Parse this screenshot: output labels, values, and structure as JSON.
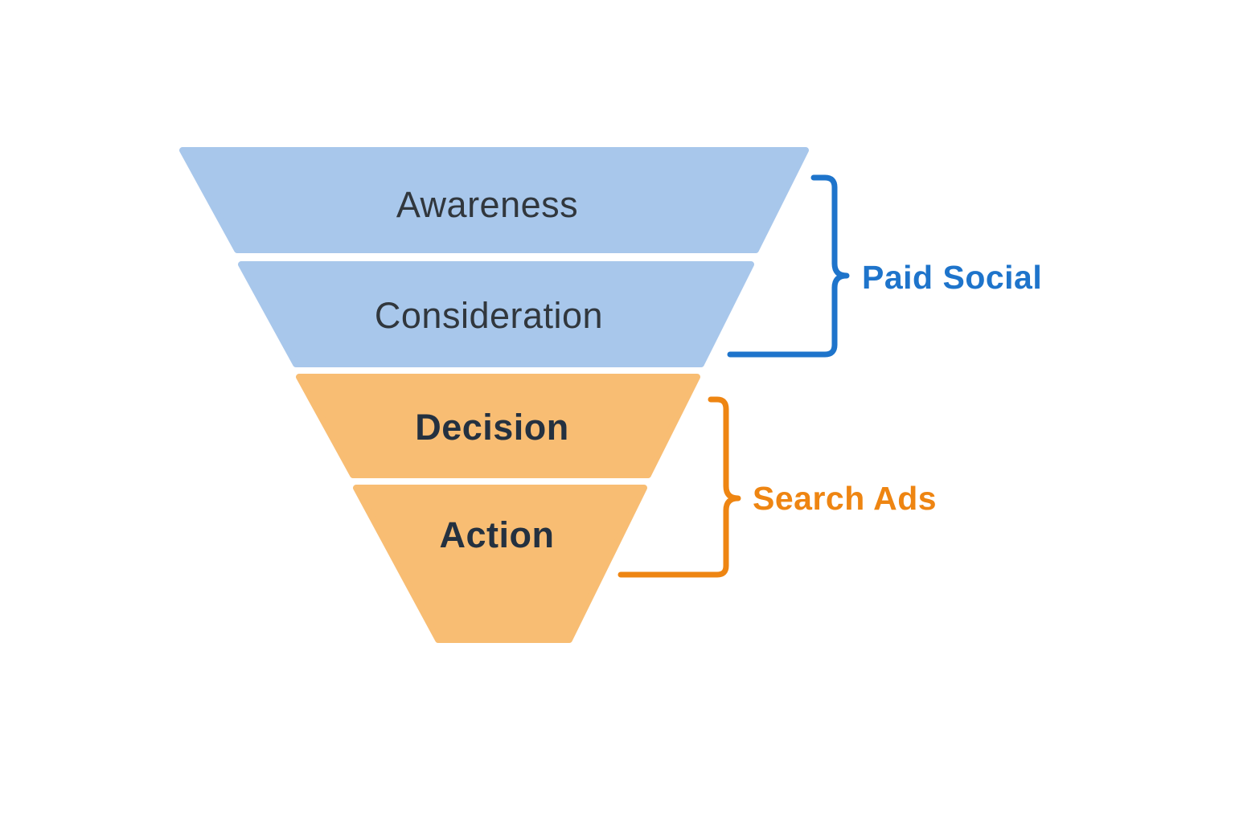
{
  "diagram": {
    "type": "inverted-funnel",
    "background_color": "#ffffff",
    "stages": [
      {
        "label": "Awareness",
        "fill": "#a8c7eb",
        "text_color": "#31373d",
        "group": "Paid Social"
      },
      {
        "label": "Consideration",
        "fill": "#a8c7eb",
        "text_color": "#31373d",
        "group": "Paid Social"
      },
      {
        "label": "Decision",
        "fill": "#f8bd73",
        "text_color": "#243140",
        "group": "Search Ads"
      },
      {
        "label": "Action",
        "fill": "#f8bd73",
        "text_color": "#243140",
        "group": "Search Ads"
      }
    ],
    "annotations": [
      {
        "label": "Paid Social",
        "color": "#1e74cb",
        "covers": "Awareness, Consideration"
      },
      {
        "label": "Search Ads",
        "color": "#ee8512",
        "covers": "Decision, Action"
      }
    ]
  }
}
